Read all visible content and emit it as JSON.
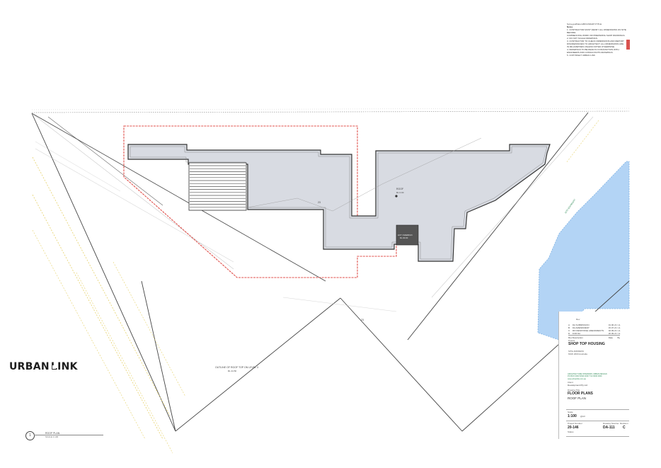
{
  "notes": {
    "header": "Surveyed/Datum/BOUNDARY/TITLE",
    "title": "Notes",
    "lines": [
      "1. CONTRACTOR MUST VERIFY ALL DIMENSIONS ON SITE BEFORE",
      "COMMENCING WORK OR PREPARING SHOP DRAWINGS.",
      "2. DO NOT SCALE DRAWINGS.",
      "3. CONTRACTOR TO CHECK DIMENSIONS AND REPORT",
      "DISCREPANCIES TO ARCHITECT. ALL DIMENSIONS ARE",
      "IN MILLIMETRES UNLESS NOTED OTHERWISE.",
      "4. DRAWINGS TO BE READ IN CONJUNCTION WITH",
      "ENGINEERS AND CONSULTANTS DRAWINGS.",
      "5. COPYRIGHT URBAN LINK"
    ]
  },
  "plan": {
    "roof_label": "ROOF",
    "roof_rl": "RL 0.00",
    "lift_label": "LIFT OVERRUN",
    "lift_rl": "RL 00.00",
    "outline_label": "OUTLINE OF ROOF TOP ON LEVEL 3",
    "outline_rl": "RL 24.50",
    "dim_a": "23",
    "dim_b": "23",
    "boundary_label": "SITE BOUNDARY",
    "view_number": "1",
    "view_name": "ROOF PLAN",
    "view_scale": "SCALE 1:100"
  },
  "title_block": {
    "rev_header": "Rev",
    "revisions": [
      {
        "rev": "A",
        "desc": "DA SUBMISSION",
        "date": "01.06.21",
        "by": "UL"
      },
      {
        "rev": "B",
        "desc": "DA AMENDMENT",
        "date": "15.07.21",
        "by": "UL"
      },
      {
        "rev": "C",
        "desc": "RFI RESPONSE AMENDMENTS",
        "date": "02.09.21",
        "by": "UL"
      },
      {
        "rev": "D",
        "desc": "FOR DA",
        "date": "20.09.21",
        "by": "UL"
      }
    ],
    "rev_col_labels": [
      "Rev",
      "Description",
      "Date",
      "By"
    ],
    "project_caption": "Project",
    "project_name": "SHOP TOP HOUSING",
    "address_line1": "SITE ADDRESS",
    "address_line2": "NSW 2000  Australia",
    "logo_left": "URBAN",
    "logo_right": "LINK",
    "firm_line1": "ARCHITECTURE  INTERIORS  URBAN DESIGN",
    "firm_line2": "PO BOX 0000  NSW 2000  T 02 0000 0000",
    "firm_line3": "www.urbanlink.com.au",
    "client_caption": "Client",
    "client_name": "Development Pty Ltd",
    "drawing_caption": "Drawing Title",
    "drawing_title": "FLOOR PLANS",
    "drawing_subtitle": "ROOF PLAN",
    "scale_caption": "Scale",
    "scale_value": "1:100",
    "scale_size": "@A3",
    "project_no_caption": "Project Number",
    "project_no": "20-146",
    "drawing_no_caption": "Drawing Number",
    "drawing_no": "DA-111",
    "revision_caption": "Revision",
    "revision_value": "C",
    "status_caption": "Status"
  },
  "colors": {
    "boundary_red": "#e0524d",
    "building_fill": "#d8dbe2",
    "water_blue": "#b3d4f5",
    "lift_dark": "#555555",
    "logo_blue": "#1e4f8e",
    "setback_yellow": "#e6d26a"
  }
}
